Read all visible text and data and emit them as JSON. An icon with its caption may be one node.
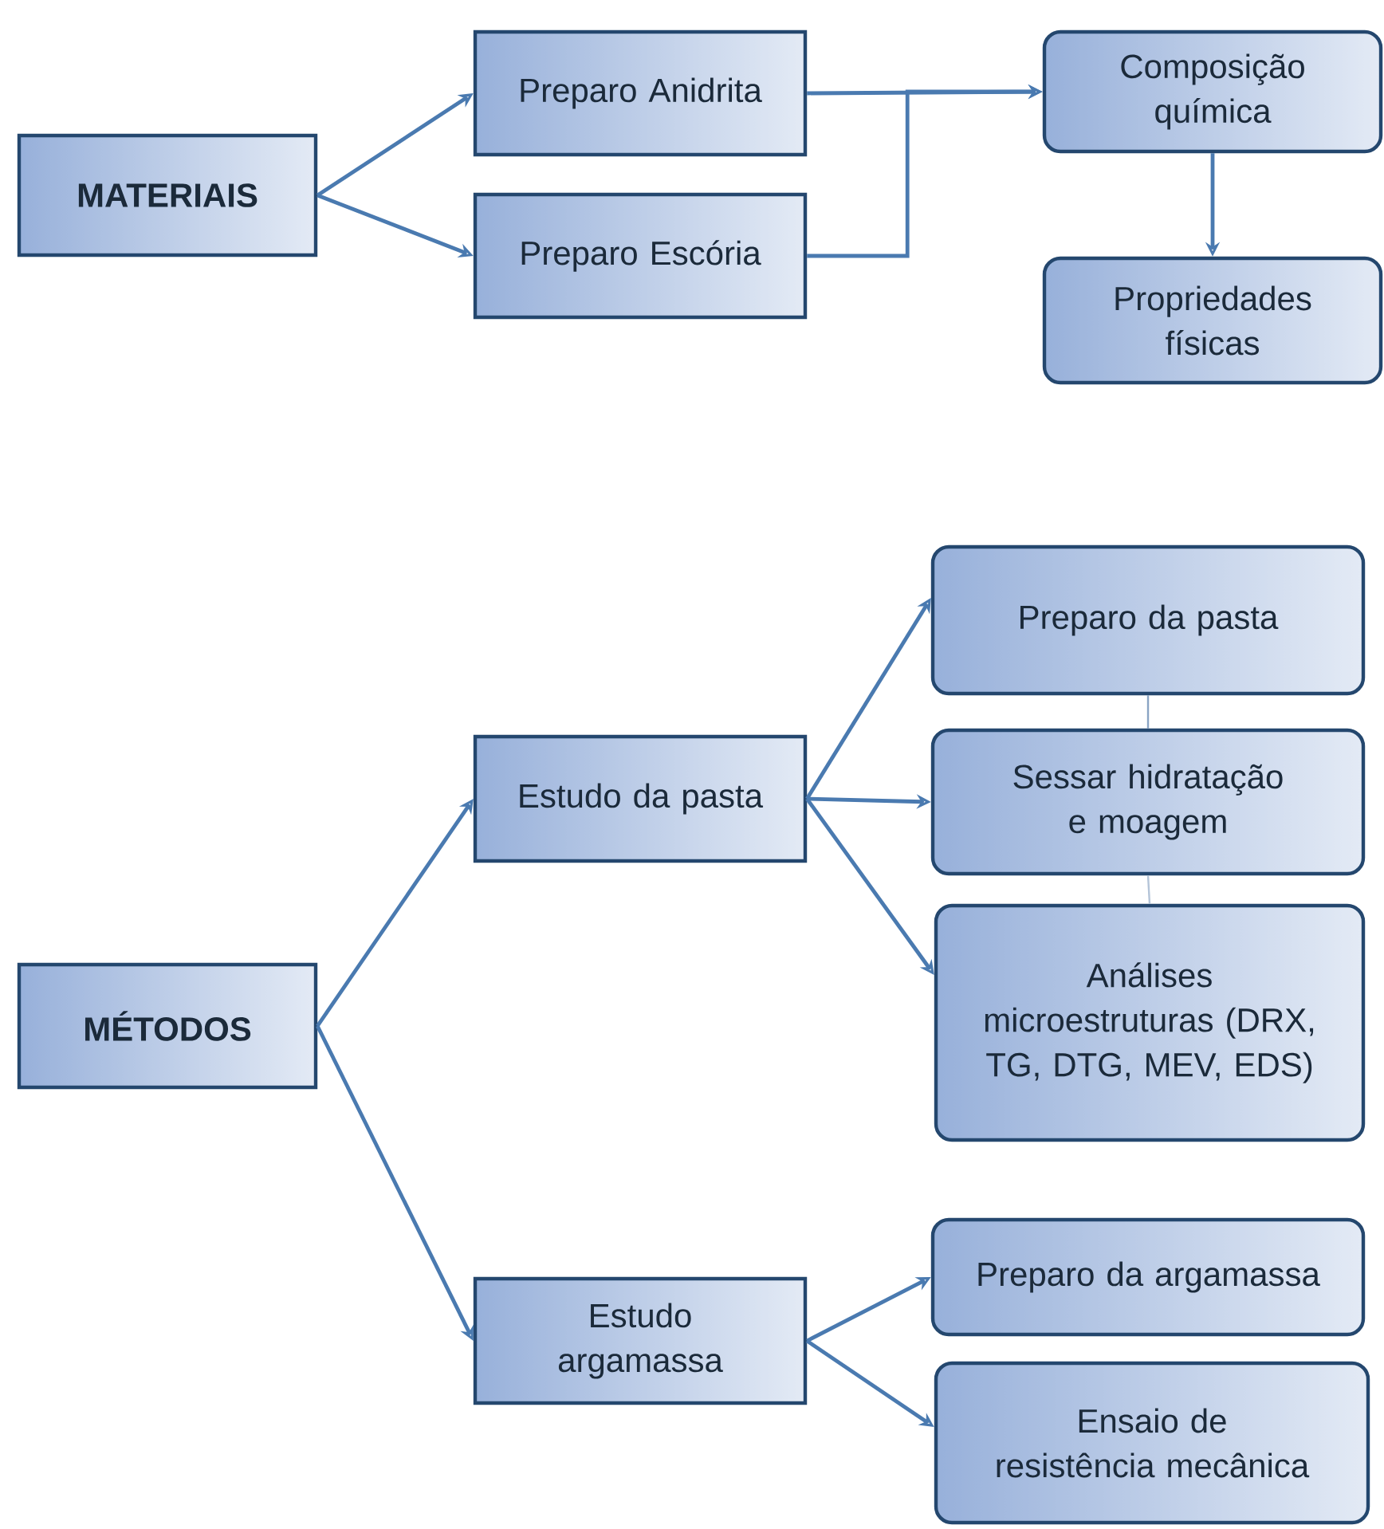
{
  "diagram": {
    "nodes": [
      {
        "text": [
          "MATERIAIS"
        ]
      },
      {
        "text": [
          "Preparo Anidrita"
        ]
      },
      {
        "text": [
          "Preparo Escória"
        ]
      },
      {
        "text": [
          "Composição química"
        ]
      },
      {
        "text": [
          "Propriedades físicas"
        ]
      },
      {
        "text": [
          "MÉTODOS"
        ]
      },
      {
        "text": [
          "Estudo da pasta"
        ]
      },
      {
        "text": [
          "Preparo da pasta"
        ]
      },
      {
        "text": [
          "Sessar hidratação e moagem"
        ]
      },
      {
        "text": [
          "Análises microestruturas (DRX, TG, DTG, MEV, EDS)"
        ]
      },
      {
        "text": [
          "Estudo argamassa"
        ]
      },
      {
        "text": [
          "Preparo da argamassa"
        ]
      },
      {
        "text": [
          "Ensaio de resistência mecânica"
        ]
      }
    ],
    "edges": [
      {
        "from": 0,
        "to": 1,
        "arrow": "to"
      },
      {
        "from": 0,
        "to": 2,
        "arrow": "to"
      },
      {
        "from": 1,
        "to": 3,
        "arrow": "to"
      },
      {
        "from": 2,
        "to": 3,
        "arrow": "to"
      },
      {
        "from": 3,
        "to": 4,
        "arrow": "to"
      },
      {
        "from": 5,
        "to": 6,
        "arrow": "to"
      },
      {
        "from": 5,
        "to": 10,
        "arrow": "to"
      },
      {
        "from": 6,
        "to": 7,
        "arrow": "to"
      },
      {
        "from": 6,
        "to": 8,
        "arrow": "to"
      },
      {
        "from": 6,
        "to": 9,
        "arrow": "to"
      },
      {
        "from": 7,
        "to": 8,
        "arrow": "none",
        "color": "#8aa4c4"
      },
      {
        "from": 8,
        "to": 9,
        "arrow": "none",
        "color": "#b4c4d8"
      },
      {
        "from": 10,
        "to": 11,
        "arrow": "to"
      },
      {
        "from": 10,
        "to": 12,
        "arrow": "to"
      }
    ]
  }
}
